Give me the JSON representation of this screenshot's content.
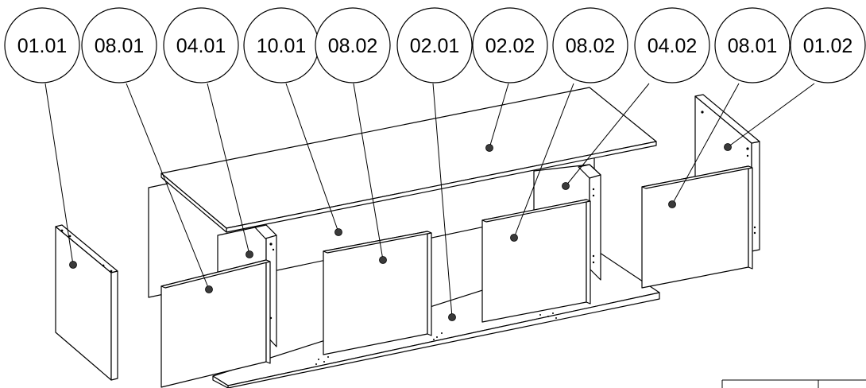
{
  "callouts": [
    {
      "label": "01.01"
    },
    {
      "label": "08.01"
    },
    {
      "label": "04.01"
    },
    {
      "label": "10.01"
    },
    {
      "label": "08.02"
    },
    {
      "label": "02.01"
    },
    {
      "label": "02.02"
    },
    {
      "label": "08.02"
    },
    {
      "label": "04.02"
    },
    {
      "label": "08.01"
    },
    {
      "label": "01.02"
    }
  ]
}
